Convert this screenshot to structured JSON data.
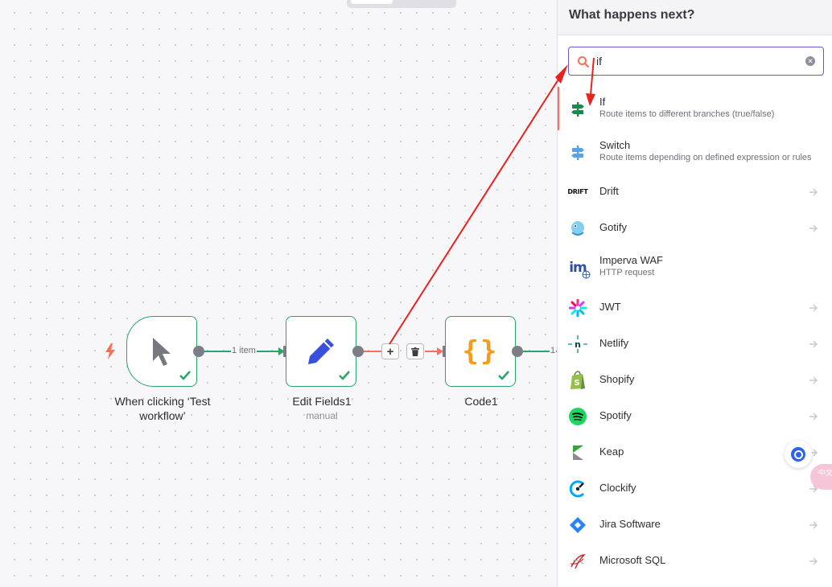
{
  "canvas": {
    "nodes": [
      {
        "name": "When clicking ‘Test workflow’",
        "subtitle": ""
      },
      {
        "name": "Edit Fields1",
        "subtitle": "manual"
      },
      {
        "name": "Code1",
        "subtitle": ""
      }
    ],
    "edges": [
      {
        "label": "1 item"
      },
      {
        "label": "1"
      }
    ],
    "edge_controls": {
      "add": "+",
      "delete_icon": "trash-icon"
    }
  },
  "panel": {
    "title": "What happens next?",
    "search": {
      "value": "if",
      "placeholder": ""
    },
    "items": [
      {
        "name": "If",
        "desc": "Route items to different branches (true/false)",
        "icon": "if-signpost-icon"
      },
      {
        "name": "Switch",
        "desc": "Route items depending on defined expression or rules",
        "icon": "switch-signpost-icon"
      },
      {
        "name": "Drift",
        "desc": "",
        "icon": "drift-logo-icon",
        "logo_text": "DRIFT"
      },
      {
        "name": "Gotify",
        "desc": "",
        "icon": "gotify-logo-icon"
      },
      {
        "name": "Imperva WAF",
        "desc": "HTTP request",
        "icon": "imperva-logo-icon",
        "logo_text": "im"
      },
      {
        "name": "JWT",
        "desc": "",
        "icon": "jwt-logo-icon"
      },
      {
        "name": "Netlify",
        "desc": "",
        "icon": "netlify-logo-icon",
        "logo_text": "n"
      },
      {
        "name": "Shopify",
        "desc": "",
        "icon": "shopify-logo-icon"
      },
      {
        "name": "Spotify",
        "desc": "",
        "icon": "spotify-logo-icon"
      },
      {
        "name": "Keap",
        "desc": "",
        "icon": "keap-logo-icon"
      },
      {
        "name": "Clockify",
        "desc": "",
        "icon": "clockify-logo-icon"
      },
      {
        "name": "Jira Software",
        "desc": "",
        "icon": "jira-logo-icon"
      },
      {
        "name": "Microsoft SQL",
        "desc": "",
        "icon": "mssql-logo-icon"
      }
    ]
  },
  "overlay": {
    "translate_badge": "中文"
  },
  "colors": {
    "accent": "#ff6d5a",
    "success": "#27a56a",
    "primary": "#6c54d9",
    "annotation": "#e8231f"
  }
}
